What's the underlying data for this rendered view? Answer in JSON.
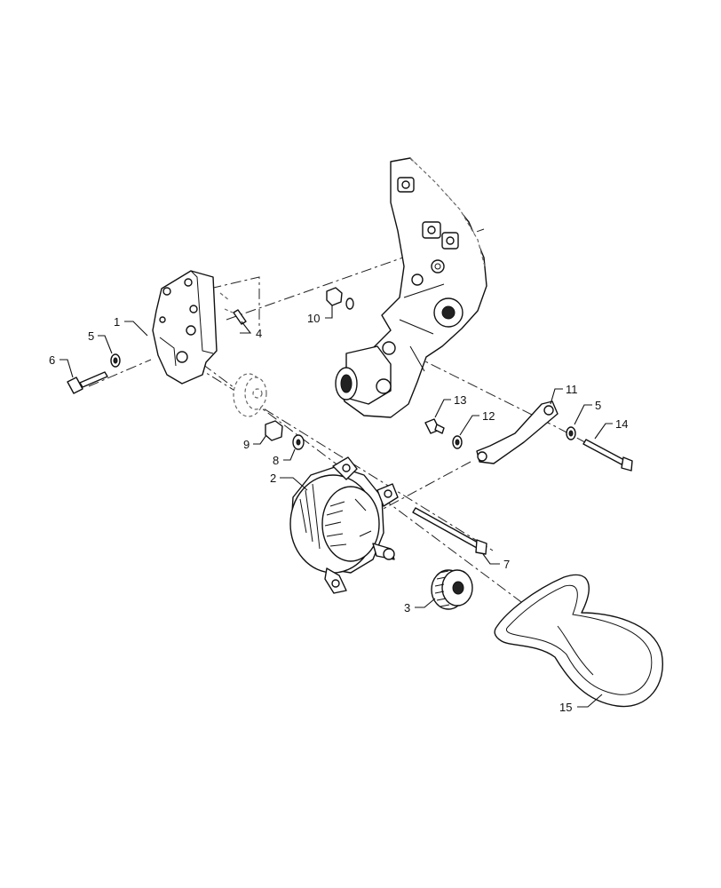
{
  "diagram": {
    "callouts": [
      {
        "id": "1",
        "text": "1"
      },
      {
        "id": "2",
        "text": "2"
      },
      {
        "id": "3",
        "text": "3"
      },
      {
        "id": "4",
        "text": "4"
      },
      {
        "id": "5a",
        "text": "5"
      },
      {
        "id": "5b",
        "text": "5"
      },
      {
        "id": "6",
        "text": "6"
      },
      {
        "id": "7",
        "text": "7"
      },
      {
        "id": "8",
        "text": "8"
      },
      {
        "id": "9",
        "text": "9"
      },
      {
        "id": "10",
        "text": "10"
      },
      {
        "id": "11",
        "text": "11"
      },
      {
        "id": "12",
        "text": "12"
      },
      {
        "id": "13",
        "text": "13"
      },
      {
        "id": "14",
        "text": "14"
      },
      {
        "id": "15",
        "text": "15"
      }
    ]
  }
}
